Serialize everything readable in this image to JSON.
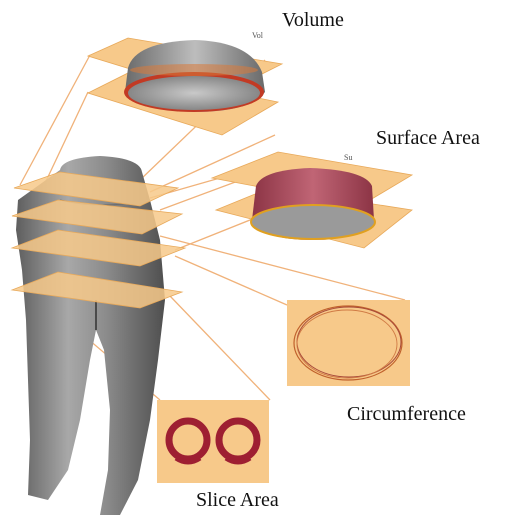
{
  "labels": {
    "volume": "Volume",
    "surface_area": "Surface Area",
    "circumference": "Circumference",
    "slice_area": "Slice Area"
  },
  "tiny_marks": {
    "volume_mark": "Vol",
    "surface_mark": "Su"
  },
  "colors": {
    "plane_fill": "#f7c98a",
    "plane_edge": "#e8a95a",
    "guide_line": "#f0b27a",
    "garment": "#8e8e8e",
    "slice_red": "#9e1f32",
    "surface_red": "#b24a5c"
  },
  "icons": {
    "garment": "trousers-figure",
    "volume_view": "waist-volume-segment",
    "surface_view": "surface-band-segment",
    "circumference_view": "contour-loops",
    "slice_view": "leg-cross-sections"
  }
}
